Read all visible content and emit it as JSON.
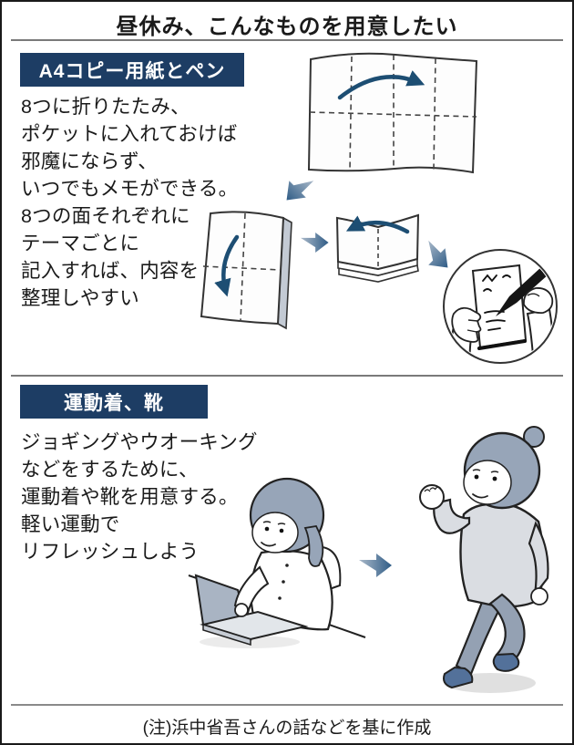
{
  "title": "昼休み、こんなものを用意したい",
  "sections": [
    {
      "header": "A4コピー用紙とペン",
      "body": "8つに折りたたみ、\nポケットに入れておけば\n邪魔にならず、\nいつでもメモができる。\n8つの面それぞれに\nテーマごとに\n記入すれば、内容を\n整理しやすい",
      "illustration_steps": [
        "unfolded-paper-8-panels",
        "fold-right-curved-arrow",
        "down-left-block-arrow",
        "half-folded-paper",
        "fold-down-curved-arrow",
        "right-block-arrow",
        "folded-paper-stack",
        "fold-left-curved-arrow",
        "down-right-block-arrow",
        "writing-memo-hands-circle"
      ]
    },
    {
      "header": "運動着、靴",
      "body": "ジョギングやウオーキング\nなどをするために、\n運動着や靴を用意する。\n軽い運動で\nリフレッシュしよう",
      "illustration_steps": [
        "person-working-at-laptop",
        "right-block-arrow",
        "person-jogging"
      ]
    }
  ],
  "footer_note": "(注)浜中省吾さんの話などを基に作成",
  "colors": {
    "header_bg": "#1d3d64",
    "header_text": "#ffffff",
    "arrow": "#1d4e73",
    "block_arrow_light": "#aab9c9",
    "block_arrow_dark": "#2f5c86",
    "divider": "#7a7a7a",
    "ink": "#1a1a1a",
    "illus_gray": "#97a5b8",
    "pants_gray": "#94a1b3",
    "sweater_gray": "#dadde2",
    "shoe_blue": "#53719a",
    "laptop_gray": "#a9b4c3"
  }
}
